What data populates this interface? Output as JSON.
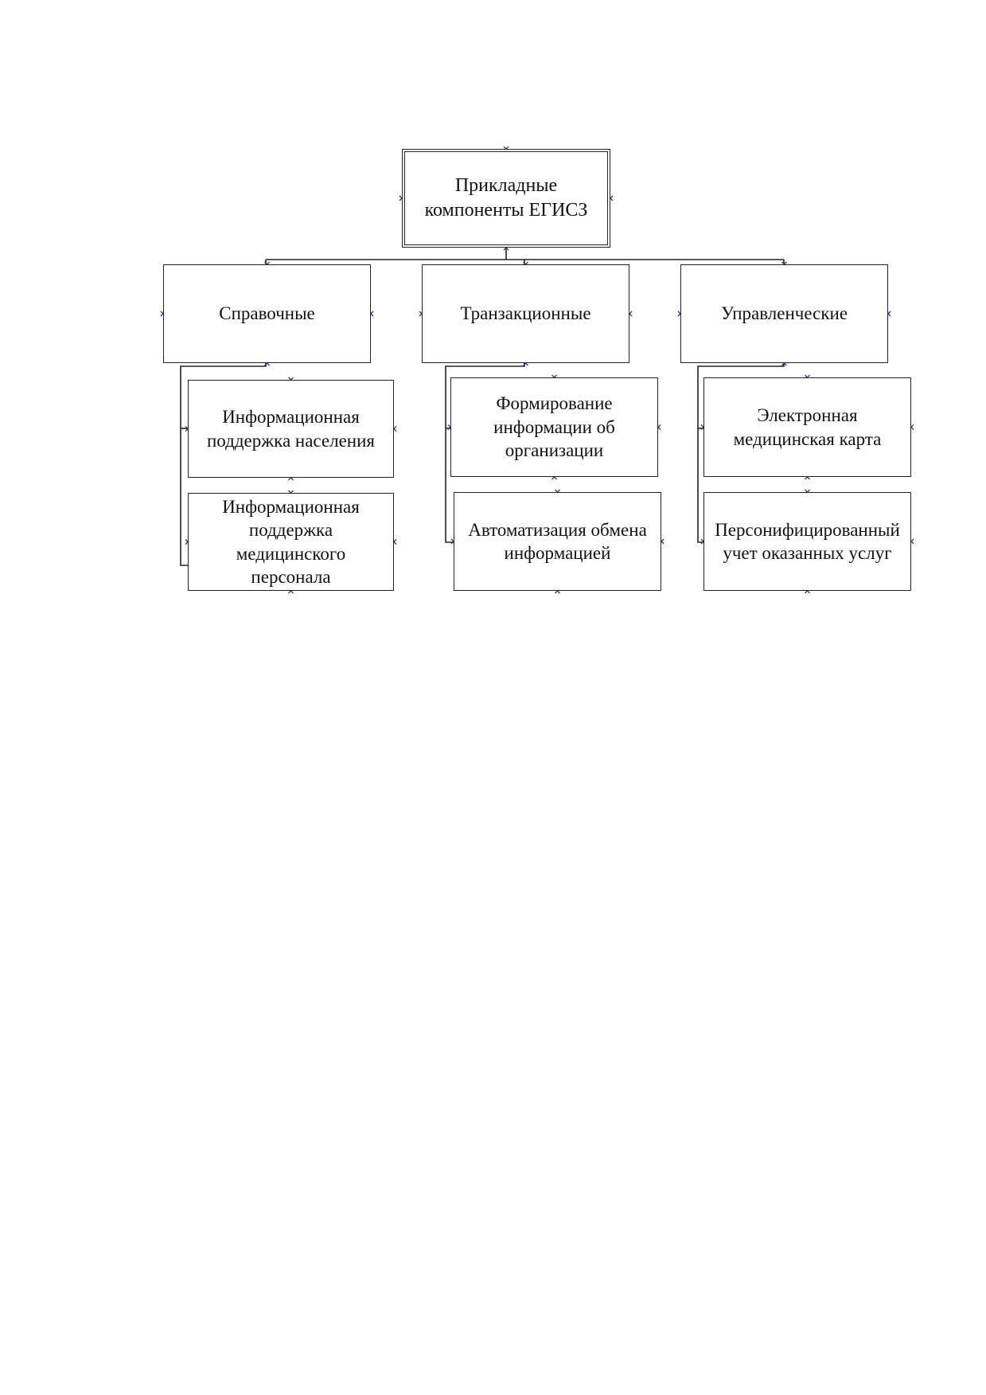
{
  "diagram": {
    "root": {
      "label": "Прикладные\nкомпоненты ЕГИСЗ"
    },
    "categories": [
      {
        "label": "Справочные",
        "children": [
          "Информационная\nподдержка населения",
          "Информационная\nподдержка\nмедицинского\nперсонала"
        ]
      },
      {
        "label": "Транзакционные",
        "children": [
          "Формирование\nинформации об\nорганизации",
          "Автоматизация обмена\nинформацией"
        ]
      },
      {
        "label": "Управленческие",
        "children": [
          "Электронная\nмедицинская карта",
          "Персонифицированный\nучет оказанных услуг"
        ]
      }
    ],
    "colors": {
      "line": "#222222",
      "handle": "#2b2f9e"
    }
  }
}
